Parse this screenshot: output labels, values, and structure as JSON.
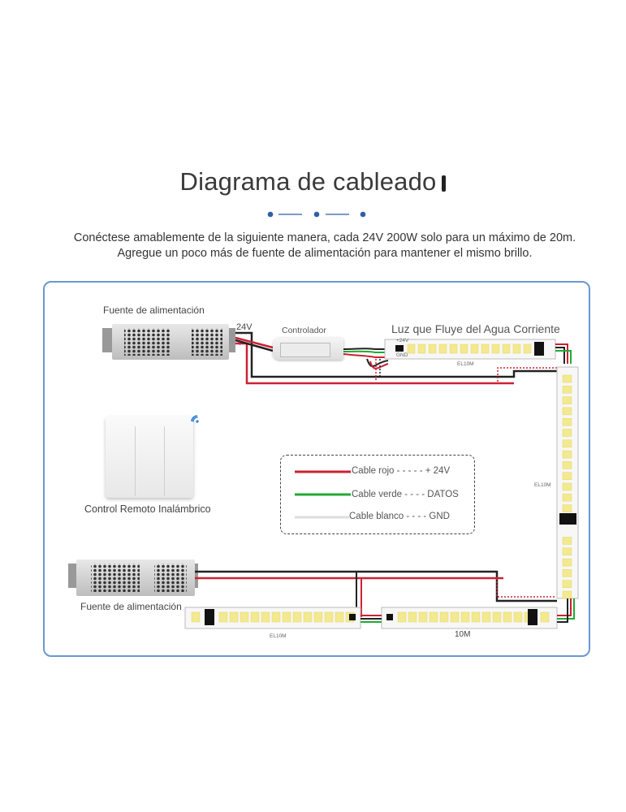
{
  "header": {
    "title": "Diagrama de cableado",
    "subtitle_line1": "Conéctese amablemente de la siguiente manera, cada 24V 200W solo para un máximo de 20m.",
    "subtitle_line2": "Agregue un poco más de fuente de alimentación para mantener el mismo brillo."
  },
  "diagram": {
    "power_supply_top_label": "Fuente de alimentación",
    "power_supply_bottom_label": "Fuente de alimentación",
    "voltage_label": "24V",
    "plus_label": "+",
    "minus_label": "-",
    "controller_label": "Controlador",
    "strip_title": "Luz que Fluye del Agua Corriente",
    "strip_top_mark": "EL10M",
    "strip_right_mark": "EL10M",
    "strip_bottom_left_mark": "EL10M",
    "strip_bottom_right_mark": "10M",
    "pad_24v": "+24V",
    "pad_gnd": "GND",
    "remote_label": "Control Remoto Inalámbrico",
    "legend": {
      "red": "Cable rojo - - - - - + 24V",
      "green": "Cable verde - - - - DATOS",
      "white": "Cable blanco - - - - GND"
    }
  },
  "colors": {
    "frame_border": "#6a97d2",
    "deco_blue": "#2f5fa8",
    "wire_red": "#cc2233",
    "wire_green": "#22aa33",
    "wire_black": "#222222",
    "wire_white": "#dddddd",
    "led_yellow": "#f3e98f"
  },
  "icons": [
    "wifi-icon",
    "power-supply-icon",
    "controller-icon",
    "remote-panel-icon"
  ]
}
